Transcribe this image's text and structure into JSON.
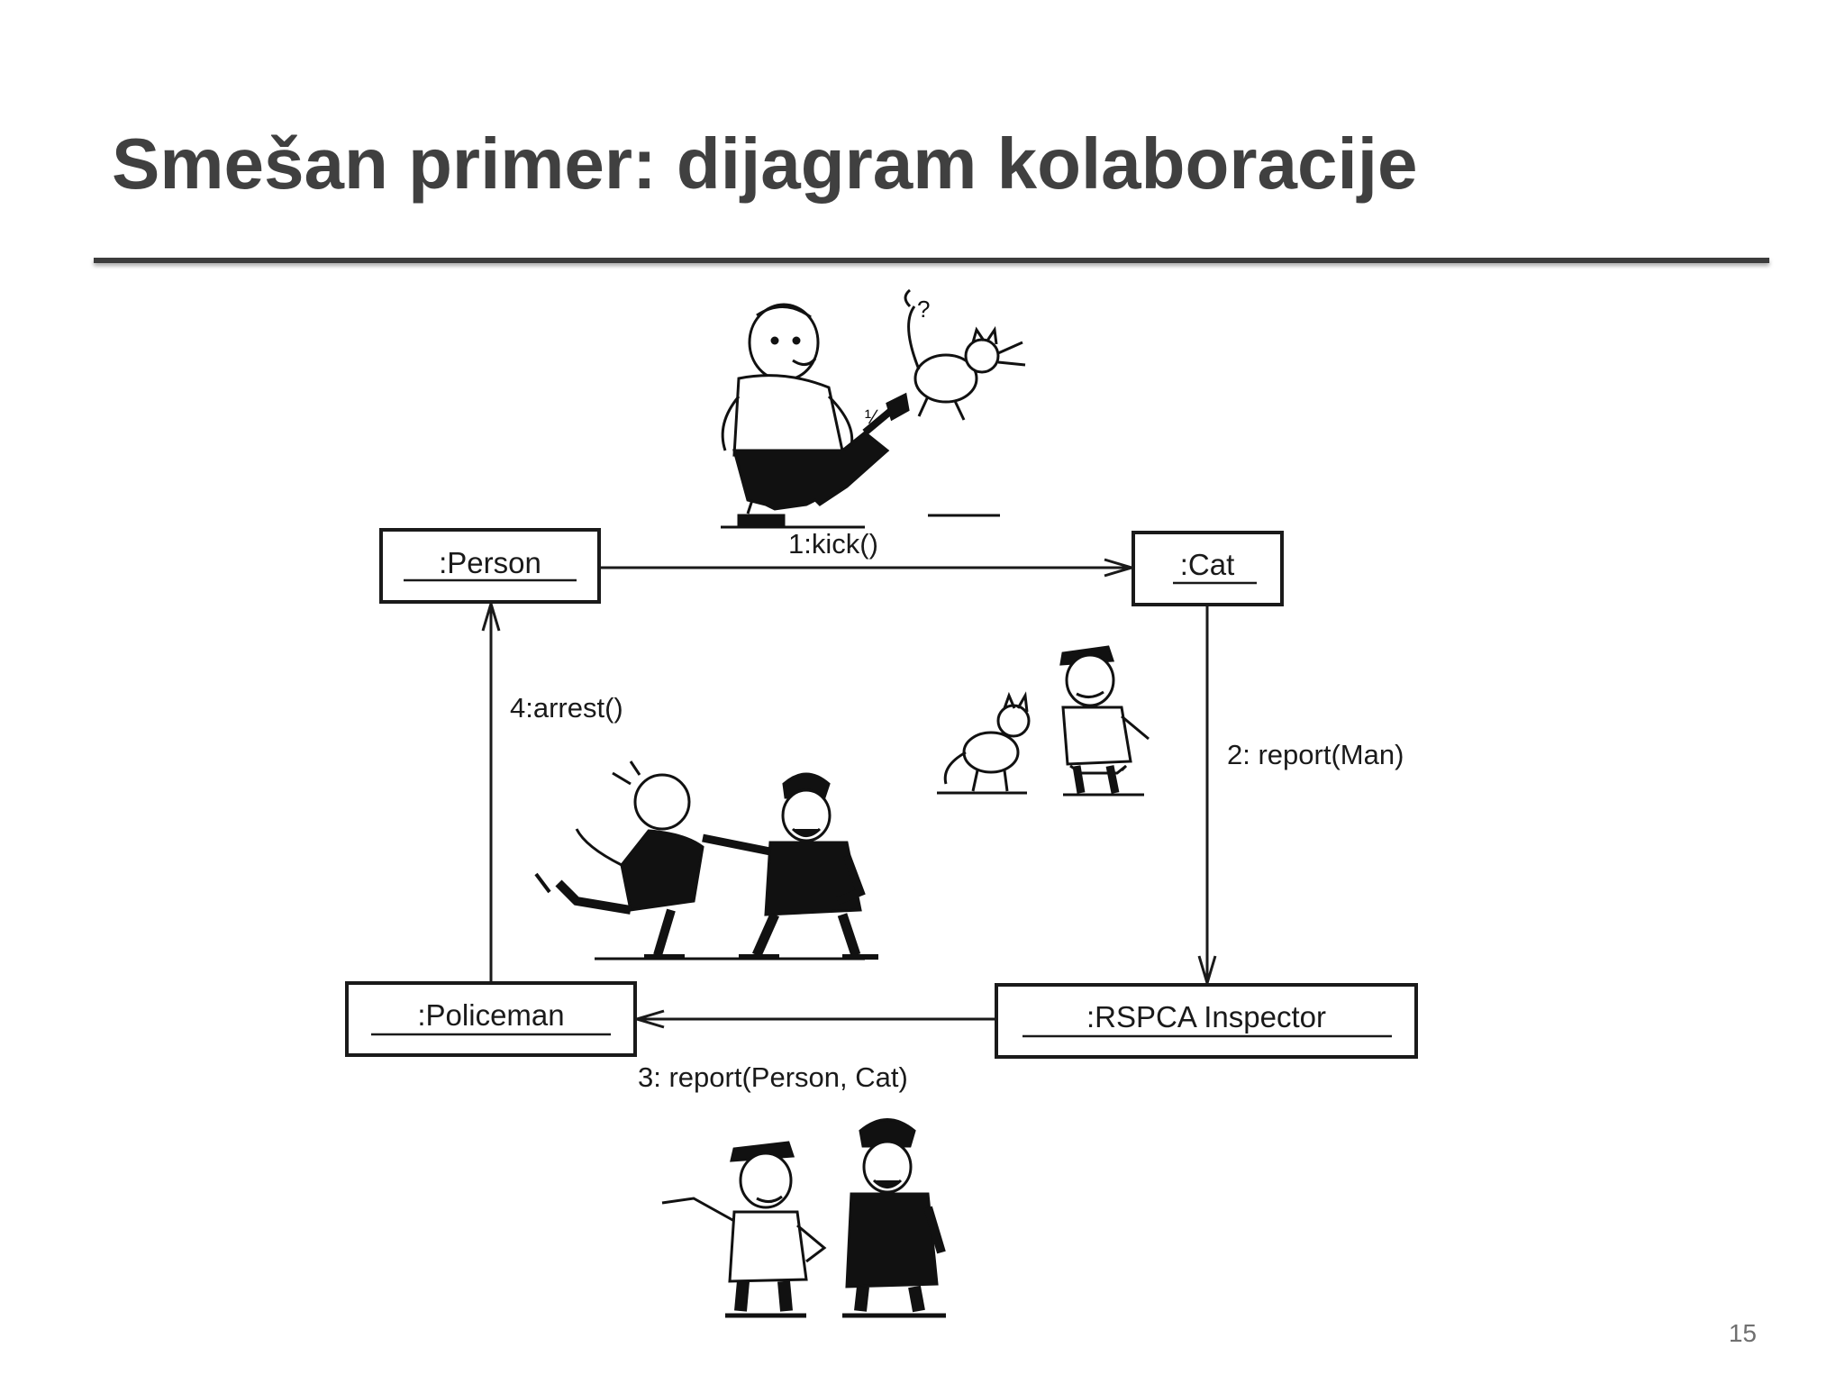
{
  "slide": {
    "title": "Smešan primer: dijagram kolaboracije",
    "page_number": "15"
  },
  "diagram": {
    "objects": {
      "person": ":Person",
      "cat": ":Cat",
      "inspector": ":RSPCA Inspector",
      "policeman": ":Policeman"
    },
    "messages": {
      "kick": "1:kick()",
      "report_man": "2: report(Man)",
      "report_person_cat": "3: report(Person, Cat)",
      "arrest": "4:arrest()"
    },
    "illustrations": [
      "man-kicking-cat-cartoon",
      "cat-reporting-to-inspector-cartoon",
      "policeman-arresting-man-cartoon",
      "inspector-talking-to-policeman-cartoon"
    ]
  }
}
